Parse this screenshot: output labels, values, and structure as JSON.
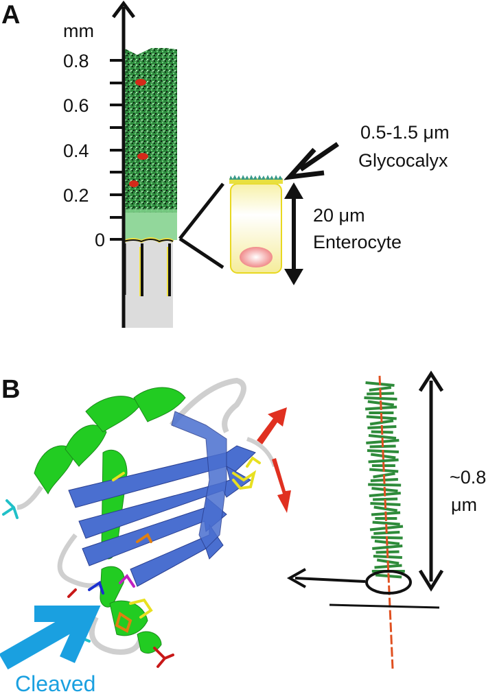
{
  "panel_a": {
    "letter": "A",
    "axis_unit": "mm",
    "ticks": [
      "0.8",
      "0.6",
      "0.4",
      "0.2",
      "0"
    ],
    "glycocalyx_thickness": "0.5-1.5 μm",
    "glycocalyx_label": "Glycocalyx",
    "enterocyte_height": "20 μm",
    "enterocyte_label": "Enterocyte"
  },
  "panel_b": {
    "letter": "B",
    "length_value": "~0.8",
    "length_unit": "μm",
    "cleaved_label": "Cleaved"
  },
  "colors": {
    "mucus_green": "#2e8b3a",
    "helix_green": "#22cc22",
    "strand_blue": "#4a6fd0",
    "arrow_red": "#e03020",
    "arrow_blue": "#1aa0e0",
    "cell_yellow": "#f0e040",
    "glycocalyx_teal": "#3a9a8a",
    "axis_orange": "#e05020"
  }
}
